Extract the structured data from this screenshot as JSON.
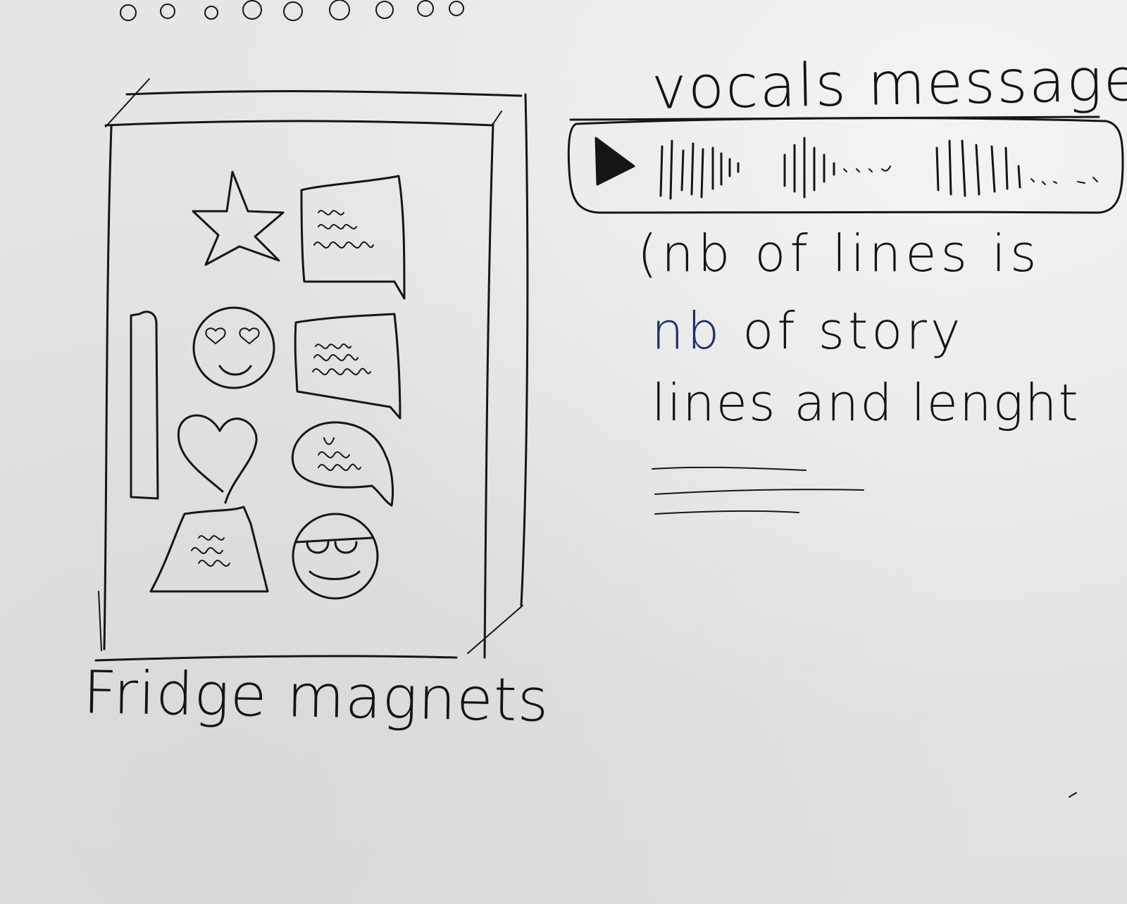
{
  "vocals_title": "vocals message",
  "fridge_caption": "Fridge magnets",
  "note": {
    "line_1": "(nb of lines is",
    "line_2_prefix": "nb",
    "line_2_rest": " of story",
    "line_3": "lines and lenght"
  },
  "colors": {
    "paper": "#e4e5e3",
    "ink": "#161616",
    "blue_ink": "#1d2f6e"
  },
  "icons": {
    "play": "play-icon",
    "magnets": [
      "star-icon",
      "speech-bubble-icon",
      "heart-eyes-face-icon",
      "speech-bubble-icon",
      "heart-icon",
      "round-speech-bubble-icon",
      "note-card-icon",
      "sunglasses-face-icon"
    ]
  }
}
